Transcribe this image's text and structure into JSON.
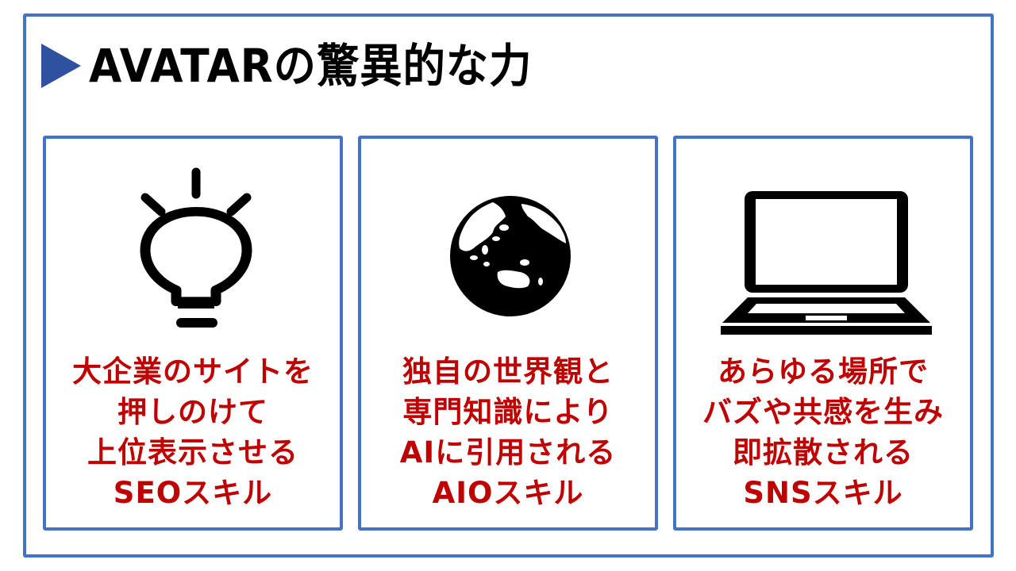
{
  "slide": {
    "title": "AVATARの驚異的な力",
    "title_marker_icon": "triangle-right-icon",
    "colors": {
      "border": "#4472C4",
      "title_marker": "#2F52A0",
      "title_text": "#000000",
      "card_text": "#C00000",
      "icon": "#000000"
    }
  },
  "cards": [
    {
      "icon": "lightbulb-icon",
      "lines": [
        "大企業のサイトを",
        "押しのけて",
        "上位表示させる",
        "SEOスキル"
      ]
    },
    {
      "icon": "globe-icon",
      "lines": [
        "独自の世界観と",
        "専門知識により",
        "AIに引用される",
        "AIOスキル"
      ]
    },
    {
      "icon": "laptop-icon",
      "lines": [
        "あらゆる場所で",
        "バズや共感を生み",
        "即拡散される",
        "SNSスキル"
      ]
    }
  ]
}
